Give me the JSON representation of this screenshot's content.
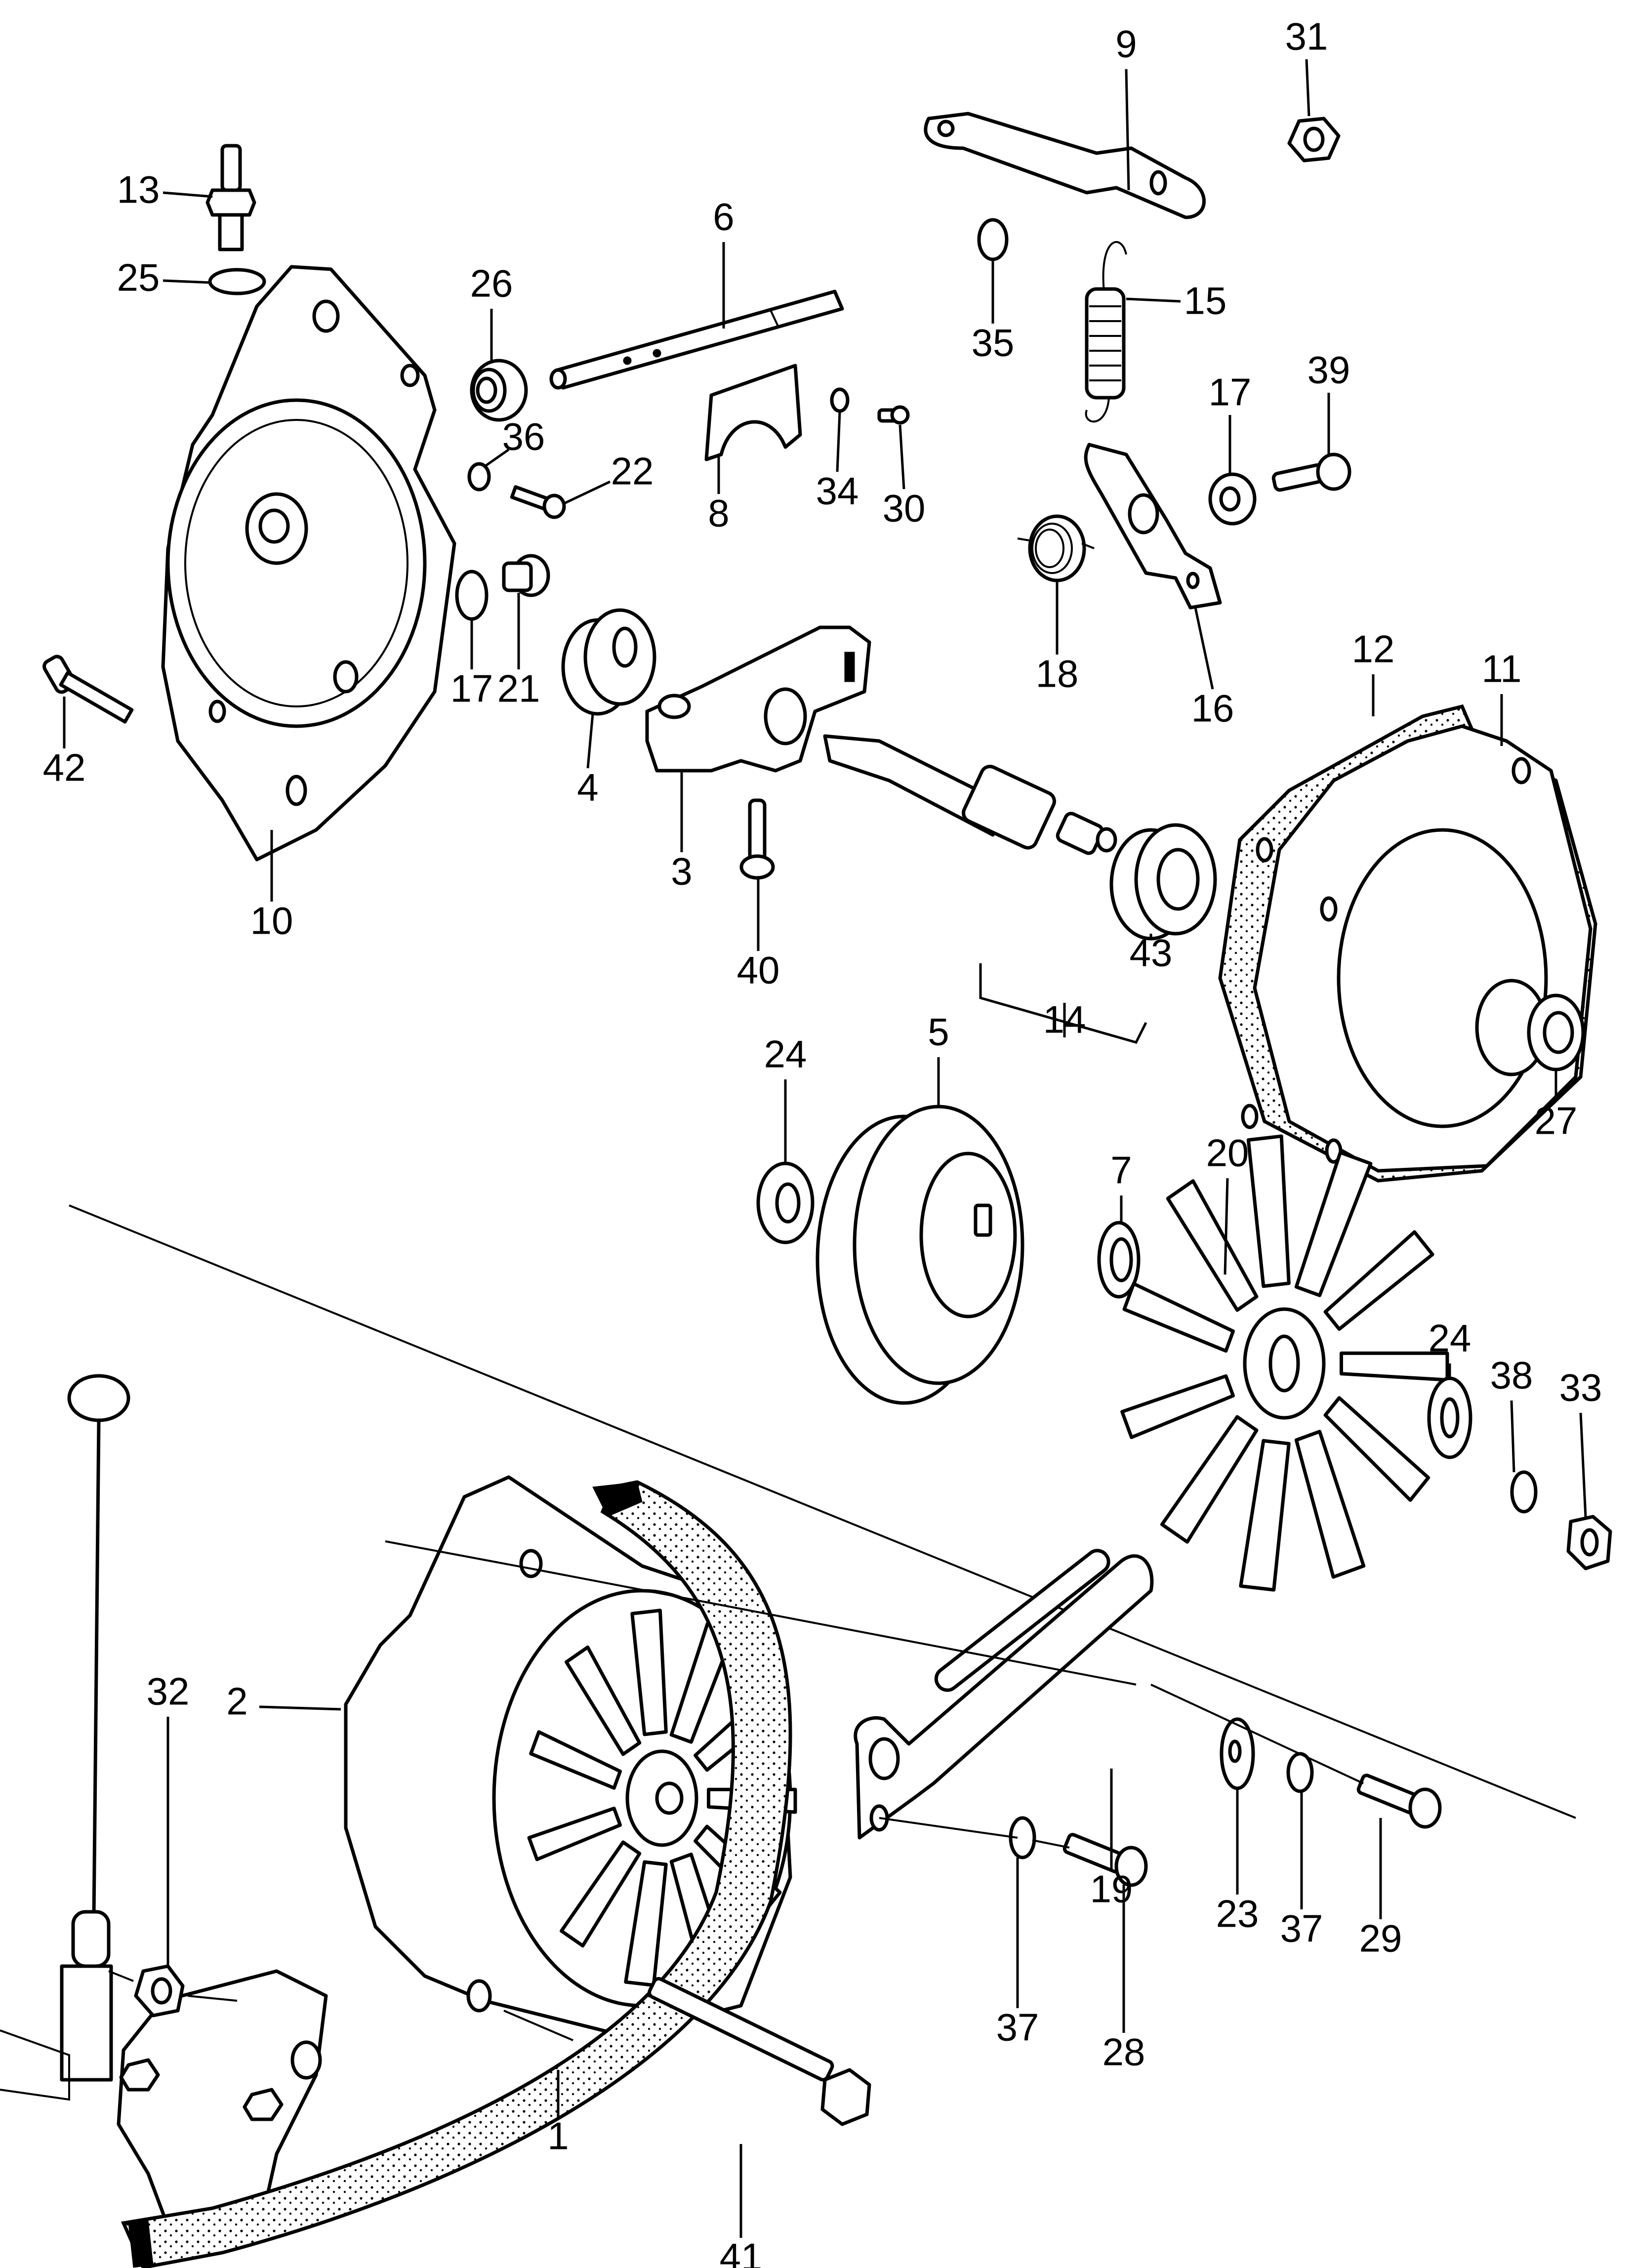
{
  "diagram": {
    "title": "Alternator / Dynamo Assembly — Exploded Parts View",
    "line_color": "#000000",
    "background": "#ffffff",
    "callouts": [
      {
        "id": "c1",
        "label": "1",
        "part": "drive-belt"
      },
      {
        "id": "c2",
        "label": "2",
        "part": "alternator-assembly"
      },
      {
        "id": "c3",
        "label": "3",
        "part": "brush-holder-arm"
      },
      {
        "id": "c4",
        "label": "4",
        "part": "cam-bushing"
      },
      {
        "id": "c5",
        "label": "5",
        "part": "pulley"
      },
      {
        "id": "c6",
        "label": "6",
        "part": "shaft"
      },
      {
        "id": "c7",
        "label": "7",
        "part": "oil-seal"
      },
      {
        "id": "c8",
        "label": "8",
        "part": "retainer-plate"
      },
      {
        "id": "c9",
        "label": "9",
        "part": "bracket-lever"
      },
      {
        "id": "c10",
        "label": "10",
        "part": "rear-housing"
      },
      {
        "id": "c11",
        "label": "11",
        "part": "front-housing"
      },
      {
        "id": "c12",
        "label": "12",
        "part": "housing-gasket"
      },
      {
        "id": "c13",
        "label": "13",
        "part": "terminal-stud"
      },
      {
        "id": "c14",
        "label": "14",
        "part": "rotor-shaft-assembly"
      },
      {
        "id": "c15",
        "label": "15",
        "part": "tension-spring"
      },
      {
        "id": "c16",
        "label": "16",
        "part": "link-plate"
      },
      {
        "id": "c17a",
        "label": "17",
        "part": "washer"
      },
      {
        "id": "c17b",
        "label": "17",
        "part": "washer"
      },
      {
        "id": "c18",
        "label": "18",
        "part": "torsion-spring"
      },
      {
        "id": "c19",
        "label": "19",
        "part": "adjusting-bracket"
      },
      {
        "id": "c20",
        "label": "20",
        "part": "cooling-fan"
      },
      {
        "id": "c21",
        "label": "21",
        "part": "pivot-bolt"
      },
      {
        "id": "c22",
        "label": "22",
        "part": "screw"
      },
      {
        "id": "c23",
        "label": "23",
        "part": "flat-washer"
      },
      {
        "id": "c24a",
        "label": "24",
        "part": "spacer-washer"
      },
      {
        "id": "c24b",
        "label": "24",
        "part": "spacer-washer"
      },
      {
        "id": "c25",
        "label": "25",
        "part": "sealing-washer"
      },
      {
        "id": "c26",
        "label": "26",
        "part": "bearing"
      },
      {
        "id": "c27",
        "label": "27",
        "part": "collar-nut"
      },
      {
        "id": "c28",
        "label": "28",
        "part": "bolt"
      },
      {
        "id": "c29",
        "label": "29",
        "part": "bolt"
      },
      {
        "id": "c30",
        "label": "30",
        "part": "screw"
      },
      {
        "id": "c31",
        "label": "31",
        "part": "nut"
      },
      {
        "id": "c32",
        "label": "32",
        "part": "nut"
      },
      {
        "id": "c33",
        "label": "33",
        "part": "nut"
      },
      {
        "id": "c34",
        "label": "34",
        "part": "washer"
      },
      {
        "id": "c35",
        "label": "35",
        "part": "washer"
      },
      {
        "id": "c36",
        "label": "36",
        "part": "washer"
      },
      {
        "id": "c37a",
        "label": "37",
        "part": "lock-washer"
      },
      {
        "id": "c37b",
        "label": "37",
        "part": "lock-washer"
      },
      {
        "id": "c38",
        "label": "38",
        "part": "lock-washer"
      },
      {
        "id": "c39",
        "label": "39",
        "part": "flange-bolt"
      },
      {
        "id": "c40",
        "label": "40",
        "part": "screw"
      },
      {
        "id": "c41",
        "label": "41",
        "part": "long-bolt"
      },
      {
        "id": "c42",
        "label": "42",
        "part": "flange-bolt"
      },
      {
        "id": "c43",
        "label": "43",
        "part": "ball-bearing"
      }
    ]
  }
}
